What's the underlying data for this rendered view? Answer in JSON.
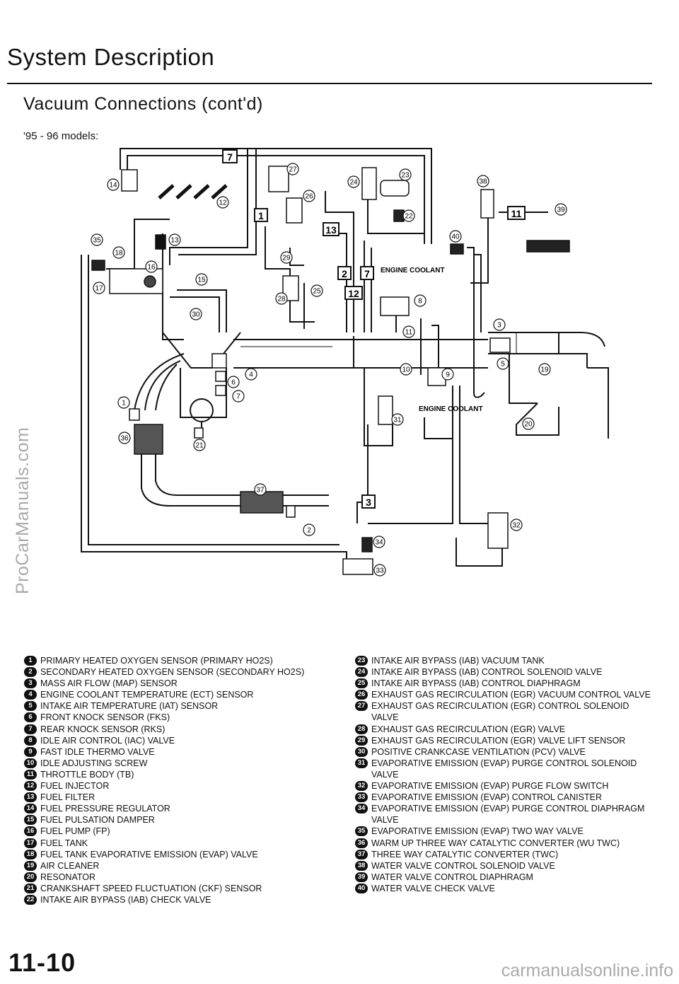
{
  "page": {
    "title": "System Description",
    "subtitle": "Vacuum Connections (cont'd)",
    "models": "'95 - 96 models:",
    "page_number": "11-10",
    "watermark_side": "ProCarManuals.com",
    "watermark_bottom": "carmanualsonline.info"
  },
  "diagram": {
    "engine_coolant_1": "ENGINE COOLANT",
    "engine_coolant_2": "ENGINE COOLANT",
    "boxes": [
      "7",
      "1",
      "13",
      "2",
      "7",
      "12",
      "11",
      "3"
    ],
    "callouts": [
      "1",
      "2",
      "3",
      "4",
      "5",
      "6",
      "7",
      "8",
      "9",
      "10",
      "11",
      "12",
      "13",
      "14",
      "15",
      "16",
      "17",
      "18",
      "19",
      "20",
      "21",
      "22",
      "23",
      "24",
      "25",
      "26",
      "27",
      "28",
      "29",
      "30",
      "31",
      "32",
      "33",
      "34",
      "35",
      "36",
      "37",
      "38",
      "39",
      "40"
    ]
  },
  "legend_left": [
    {
      "n": "1",
      "text": "PRIMARY HEATED OXYGEN SENSOR (PRIMARY HO2S)"
    },
    {
      "n": "2",
      "text": "SECONDARY HEATED OXYGEN SENSOR (SECONDARY HO2S)"
    },
    {
      "n": "3",
      "text": "MASS AIR FLOW (MAP) SENSOR"
    },
    {
      "n": "4",
      "text": "ENGINE COOLANT TEMPERATURE (ECT) SENSOR"
    },
    {
      "n": "5",
      "text": "INTAKE AIR TEMPERATURE (IAT) SENSOR"
    },
    {
      "n": "6",
      "text": "FRONT KNOCK SENSOR (FKS)"
    },
    {
      "n": "7",
      "text": "REAR KNOCK SENSOR (RKS)"
    },
    {
      "n": "8",
      "text": "IDLE AIR CONTROL (IAC) VALVE"
    },
    {
      "n": "9",
      "text": "FAST IDLE THERMO VALVE"
    },
    {
      "n": "10",
      "text": "IDLE ADJUSTING SCREW"
    },
    {
      "n": "11",
      "text": "THROTTLE BODY (TB)"
    },
    {
      "n": "12",
      "text": "FUEL INJECTOR"
    },
    {
      "n": "13",
      "text": "FUEL FILTER"
    },
    {
      "n": "14",
      "text": "FUEL PRESSURE REGULATOR"
    },
    {
      "n": "15",
      "text": "FUEL PULSATION DAMPER"
    },
    {
      "n": "16",
      "text": "FUEL PUMP (FP)"
    },
    {
      "n": "17",
      "text": "FUEL TANK"
    },
    {
      "n": "18",
      "text": "FUEL TANK EVAPORATIVE EMISSION (EVAP) VALVE"
    },
    {
      "n": "19",
      "text": "AIR CLEANER"
    },
    {
      "n": "20",
      "text": "RESONATOR"
    },
    {
      "n": "21",
      "text": "CRANKSHAFT SPEED FLUCTUATION (CKF) SENSOR"
    },
    {
      "n": "22",
      "text": "INTAKE AIR BYPASS (IAB) CHECK VALVE"
    }
  ],
  "legend_right": [
    {
      "n": "23",
      "text": "INTAKE AIR BYPASS (IAB) VACUUM TANK"
    },
    {
      "n": "24",
      "text": "INTAKE AIR BYPASS (IAB) CONTROL SOLENOID VALVE"
    },
    {
      "n": "25",
      "text": "INTAKE AIR BYPASS (IAB) CONTROL DIAPHRAGM"
    },
    {
      "n": "26",
      "text": "EXHAUST GAS RECIRCULATION (EGR) VACUUM CONTROL VALVE"
    },
    {
      "n": "27",
      "text": "EXHAUST GAS RECIRCULATION (EGR) CONTROL SOLENOID VALVE"
    },
    {
      "n": "28",
      "text": "EXHAUST GAS RECIRCULATION (EGR) VALVE"
    },
    {
      "n": "29",
      "text": "EXHAUST GAS RECIRCULATION (EGR) VALVE LIFT SENSOR"
    },
    {
      "n": "30",
      "text": "POSITIVE CRANKCASE VENTILATION (PCV) VALVE"
    },
    {
      "n": "31",
      "text": "EVAPORATIVE EMISSION (EVAP) PURGE CONTROL SOLENOID VALVE"
    },
    {
      "n": "32",
      "text": "EVAPORATIVE EMISSION (EVAP) PURGE FLOW SWITCH"
    },
    {
      "n": "33",
      "text": "EVAPORATIVE EMISSION (EVAP) CONTROL CANISTER"
    },
    {
      "n": "34",
      "text": "EVAPORATIVE EMISSION (EVAP) PURGE CONTROL DIAPHRAGM VALVE"
    },
    {
      "n": "35",
      "text": "EVAPORATIVE EMISSION (EVAP) TWO WAY VALVE"
    },
    {
      "n": "36",
      "text": "WARM UP THREE WAY CATALYTIC CONVERTER (WU TWC)"
    },
    {
      "n": "37",
      "text": "THREE WAY CATALYTIC CONVERTER (TWC)"
    },
    {
      "n": "38",
      "text": "WATER VALVE CONTROL SOLENOID VALVE"
    },
    {
      "n": "39",
      "text": "WATER VALVE CONTROL DIAPHRAGM"
    },
    {
      "n": "40",
      "text": "WATER VALVE CHECK VALVE"
    }
  ]
}
